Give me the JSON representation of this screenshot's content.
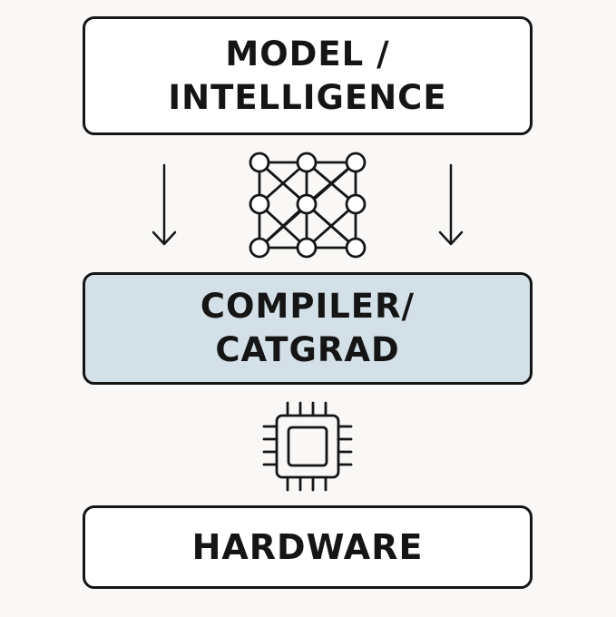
{
  "layers": {
    "model": {
      "line1": "MODEL /",
      "line2": "INTELLIGENCE"
    },
    "compiler": {
      "line1": "COMPILER/",
      "line2": "CATGRAD"
    },
    "hardware": {
      "line1": "HARDWARE"
    }
  },
  "icons": {
    "arrow_left": "down-arrow-icon",
    "arrow_right": "down-arrow-icon",
    "network": "neural-network-icon",
    "chip": "cpu-chip-icon"
  },
  "colors": {
    "stroke": "#151515",
    "box_fill": "#ffffff",
    "compiler_fill": "#d4e0e8",
    "background": "#f9f8f6"
  }
}
